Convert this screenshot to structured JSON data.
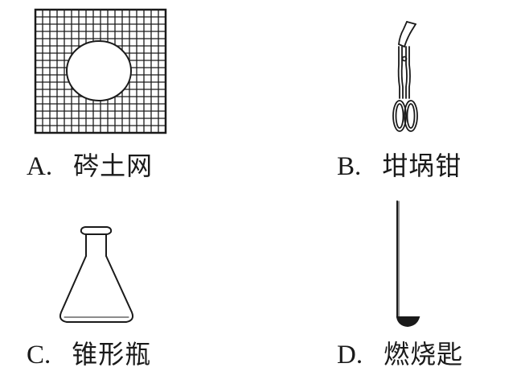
{
  "options": [
    {
      "letter": "A.",
      "name": "硶土网",
      "icon": "wire-gauze-icon"
    },
    {
      "letter": "B.",
      "name": "坩埚钳",
      "icon": "crucible-tongs-icon"
    },
    {
      "letter": "C.",
      "name": "锥形瓶",
      "icon": "conical-flask-icon"
    },
    {
      "letter": "D.",
      "name": "燃烧匙",
      "icon": "combustion-spoon-icon"
    }
  ],
  "colors": {
    "ink": "#1a1a1a",
    "background": "#ffffff"
  }
}
